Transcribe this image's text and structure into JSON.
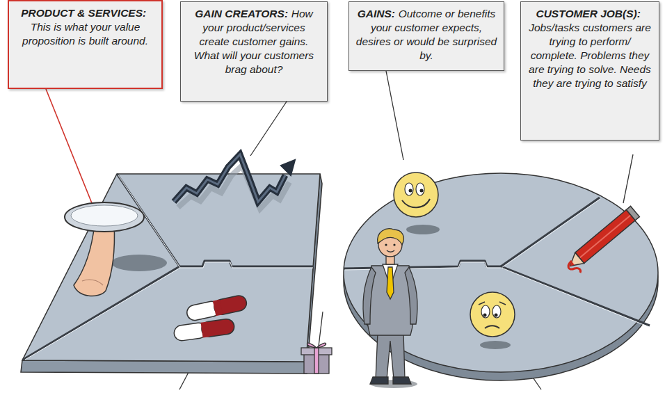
{
  "diagram": {
    "nodes": [
      {
        "text": [
          "PRODUCT & SERVICES:",
          "This is what your value proposition is built around."
        ]
      },
      {
        "text": [
          "GAIN CREATORS:",
          "How your product/services create customer gains. What will your customers brag about?"
        ]
      },
      {
        "text": [
          "GAINS:",
          "Outcome or benefits your customer expects, desires or would be surprised by."
        ]
      },
      {
        "text": [
          "CUSTOMER JOB(S):",
          "Jobs/tasks customers are trying to perform/ complete. Problems they are trying to solve. Needs they are trying to satisfy"
        ]
      }
    ]
  }
}
